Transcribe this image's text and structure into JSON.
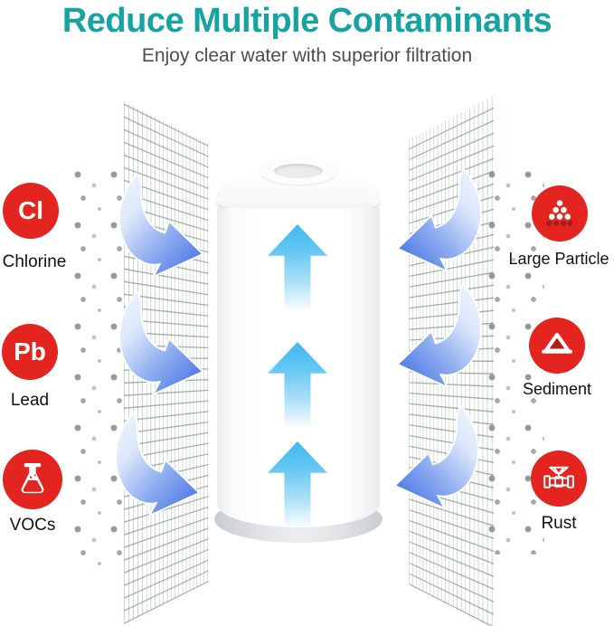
{
  "header": {
    "title": "Reduce Multiple Contaminants",
    "subtitle": "Enjoy clear water with superior filtration"
  },
  "contaminants": {
    "left": [
      {
        "symbol": "Cl",
        "label": "Chlorine",
        "icon": "chlorine-symbol"
      },
      {
        "symbol": "Pb",
        "label": "Lead",
        "icon": "lead-symbol"
      },
      {
        "symbol": "",
        "label": "VOCs",
        "icon": "flask-icon"
      }
    ],
    "right": [
      {
        "label": "Large Particle",
        "icon": "particles-icon"
      },
      {
        "label": "Sediment",
        "icon": "sediment-icon"
      },
      {
        "label": "Rust",
        "icon": "valve-icon"
      }
    ]
  },
  "colors": {
    "accent_teal": "#16a3a1",
    "badge_red": "#e4251f",
    "flow_arrow_blue": "#4b79e4",
    "water_arrow_cyan": "#49bbef",
    "mesh_green": "#7d9b82",
    "dot_gray": "#9a9a9a"
  }
}
